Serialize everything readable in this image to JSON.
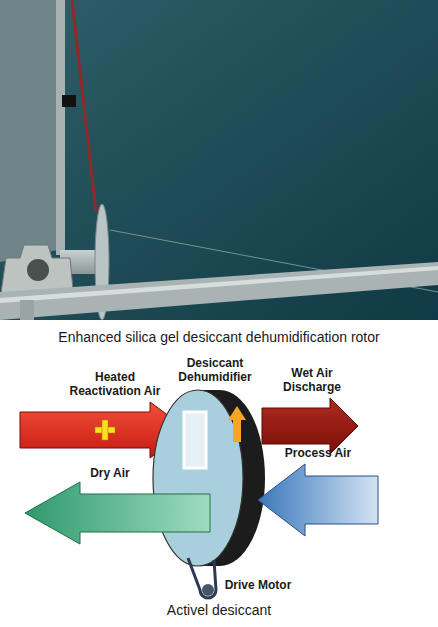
{
  "diagram": {
    "caption": "Activel desiccant",
    "nodes": [
      {
        "text": [
          "Desiccant Dehumidifier"
        ]
      }
    ],
    "labels": [
      "Enhanced silica gel desiccant dehumidification rotor",
      "Heated Reactivation Air",
      "Wet Air Discharge",
      "Dry Air",
      "Process Air",
      "Drive Motor"
    ]
  }
}
